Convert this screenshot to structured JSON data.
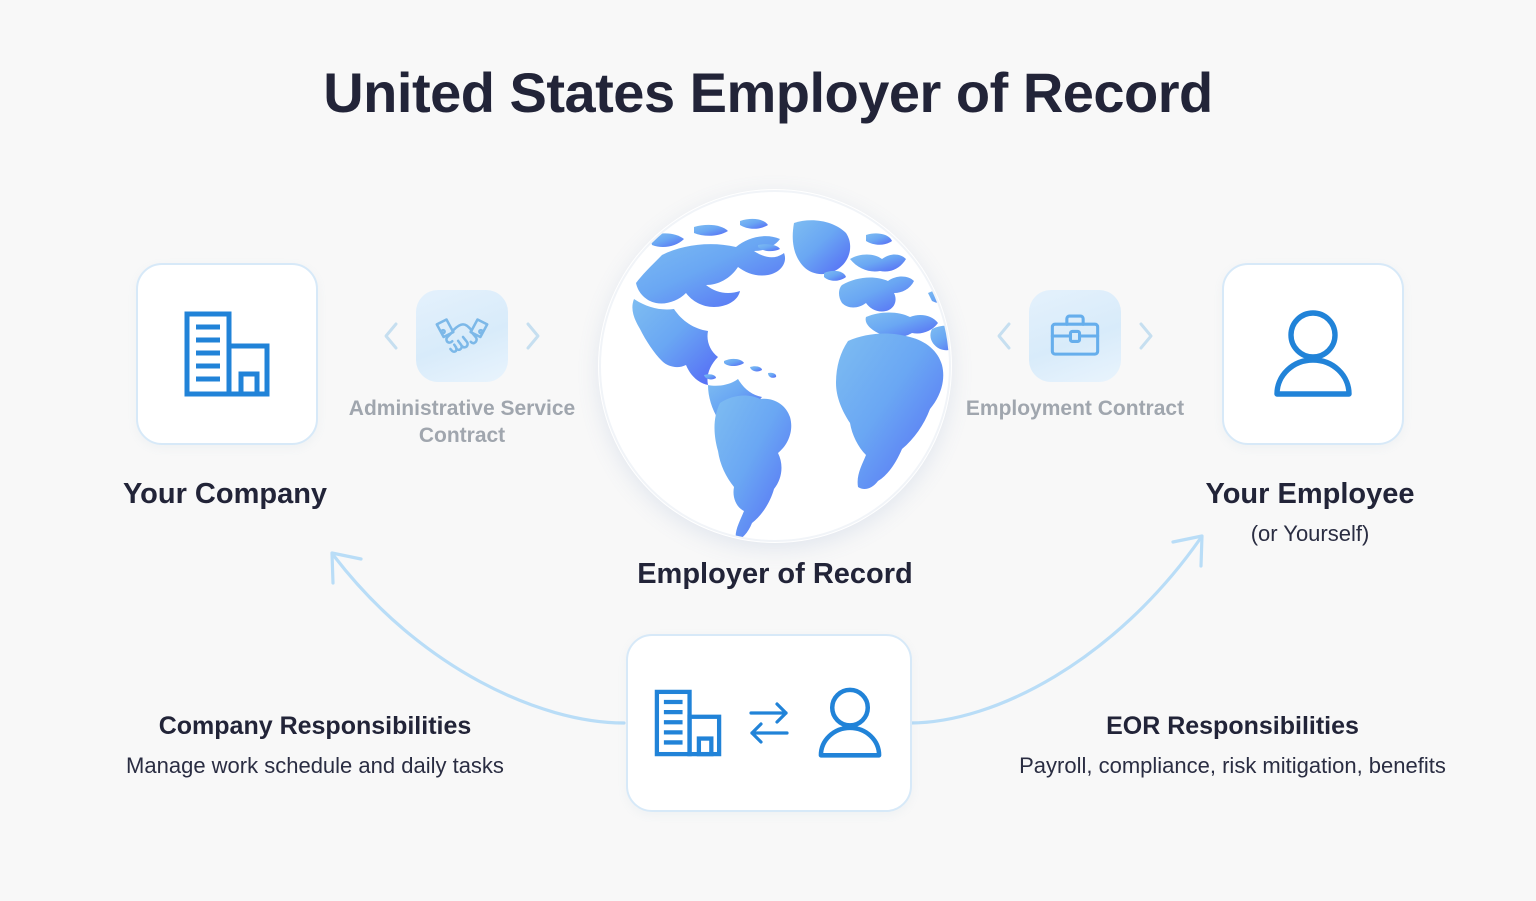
{
  "page": {
    "title": "United States Employer of Record",
    "background_color": "#f8f8f8",
    "accent_blue": "#2183d8",
    "pale_blue": "#b9ddf7",
    "muted_gray": "#a0a6ae",
    "navy": "#222438"
  },
  "nodes": {
    "company": {
      "caption": "Your Company",
      "icon": "office-building-icon"
    },
    "eor": {
      "caption": "Employer of Record",
      "icon": "globe-icon"
    },
    "employee": {
      "caption": "Your Employee",
      "subcaption": "(or Yourself)",
      "icon": "person-icon"
    },
    "exchange": {
      "icons": [
        "office-building-icon",
        "exchange-arrows-icon",
        "person-icon"
      ]
    }
  },
  "connectors": [
    {
      "id": "administrative-service-contract",
      "label": "Administrative Service Contract",
      "icon": "handshake-icon",
      "left_chevron": "chevron-left-icon",
      "right_chevron": "chevron-right-icon"
    },
    {
      "id": "employment-contract",
      "label": "Employment Contract",
      "icon": "briefcase-icon",
      "left_chevron": "chevron-left-icon",
      "right_chevron": "chevron-right-icon"
    }
  ],
  "responsibilities": [
    {
      "id": "company-responsibilities",
      "title": "Company Responsibilities",
      "text": "Manage work schedule and daily tasks"
    },
    {
      "id": "eor-responsibilities",
      "title": "EOR Responsibilities",
      "text": "Payroll, compliance, risk mitigation, benefits"
    }
  ]
}
